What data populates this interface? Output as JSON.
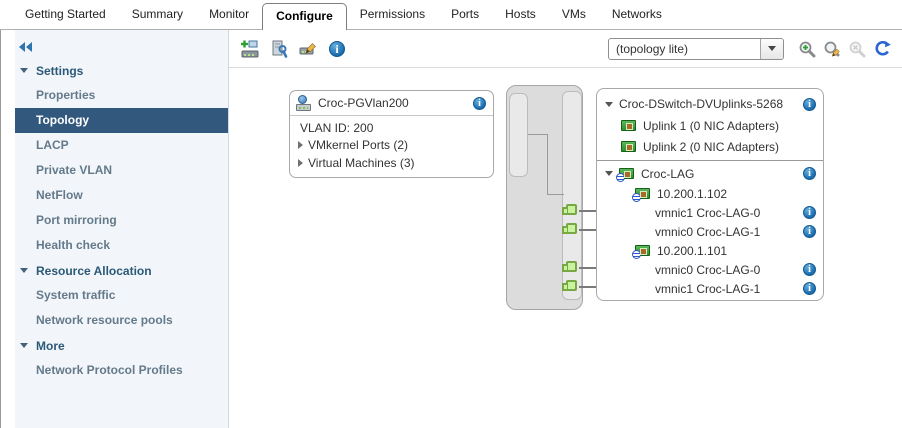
{
  "window": {
    "tabs": [
      "Getting Started",
      "Summary",
      "Monitor",
      "Configure",
      "Permissions",
      "Ports",
      "Hosts",
      "VMs",
      "Networks"
    ],
    "active_tab": "Configure"
  },
  "sidebar": {
    "sections": [
      {
        "label": "Settings",
        "items": [
          "Properties",
          "Topology",
          "LACP",
          "Private VLAN",
          "NetFlow",
          "Port mirroring",
          "Health check"
        ]
      },
      {
        "label": "Resource Allocation",
        "items": [
          "System traffic",
          "Network resource pools"
        ]
      },
      {
        "label": "More",
        "items": [
          "Network Protocol Profiles"
        ]
      }
    ],
    "selected_item": "Topology"
  },
  "toolbar": {
    "view_selector_value": "(topology lite)",
    "left_icons": [
      "add-host-icon",
      "manage-host-icon",
      "edit-switch-icon",
      "info-icon"
    ],
    "right_icons": [
      "zoom-in-icon",
      "zoom-edit-icon",
      "zoom-out-icon",
      "refresh-icon"
    ]
  },
  "diagram": {
    "port_group": {
      "name": "Croc-PGVlan200",
      "vlan_label": "VLAN ID: 200",
      "expandable_rows": [
        "VMkernel Ports (2)",
        "Virtual Machines (3)"
      ]
    },
    "dvswitch_uplinks": {
      "name": "Croc-DSwitch-DVUplinks-5268",
      "uplinks": [
        "Uplink 1 (0 NIC Adapters)",
        "Uplink 2 (0 NIC Adapters)"
      ],
      "lag": {
        "name": "Croc-LAG",
        "hosts": [
          {
            "ip": "10.200.1.102",
            "vmnics": [
              "vmnic1 Croc-LAG-0",
              "vmnic0 Croc-LAG-1"
            ]
          },
          {
            "ip": "10.200.1.101",
            "vmnics": [
              "vmnic0 Croc-LAG-0",
              "vmnic1 Croc-LAG-1"
            ]
          }
        ]
      }
    }
  },
  "glyphs": {
    "info": "i"
  },
  "colors": {
    "selection_blue": "#33587e",
    "accent_blue": "#2e74ad",
    "port_green": "#c9f39e",
    "adapter_green": "#3fa23f",
    "info_blue": "#1f78be"
  }
}
